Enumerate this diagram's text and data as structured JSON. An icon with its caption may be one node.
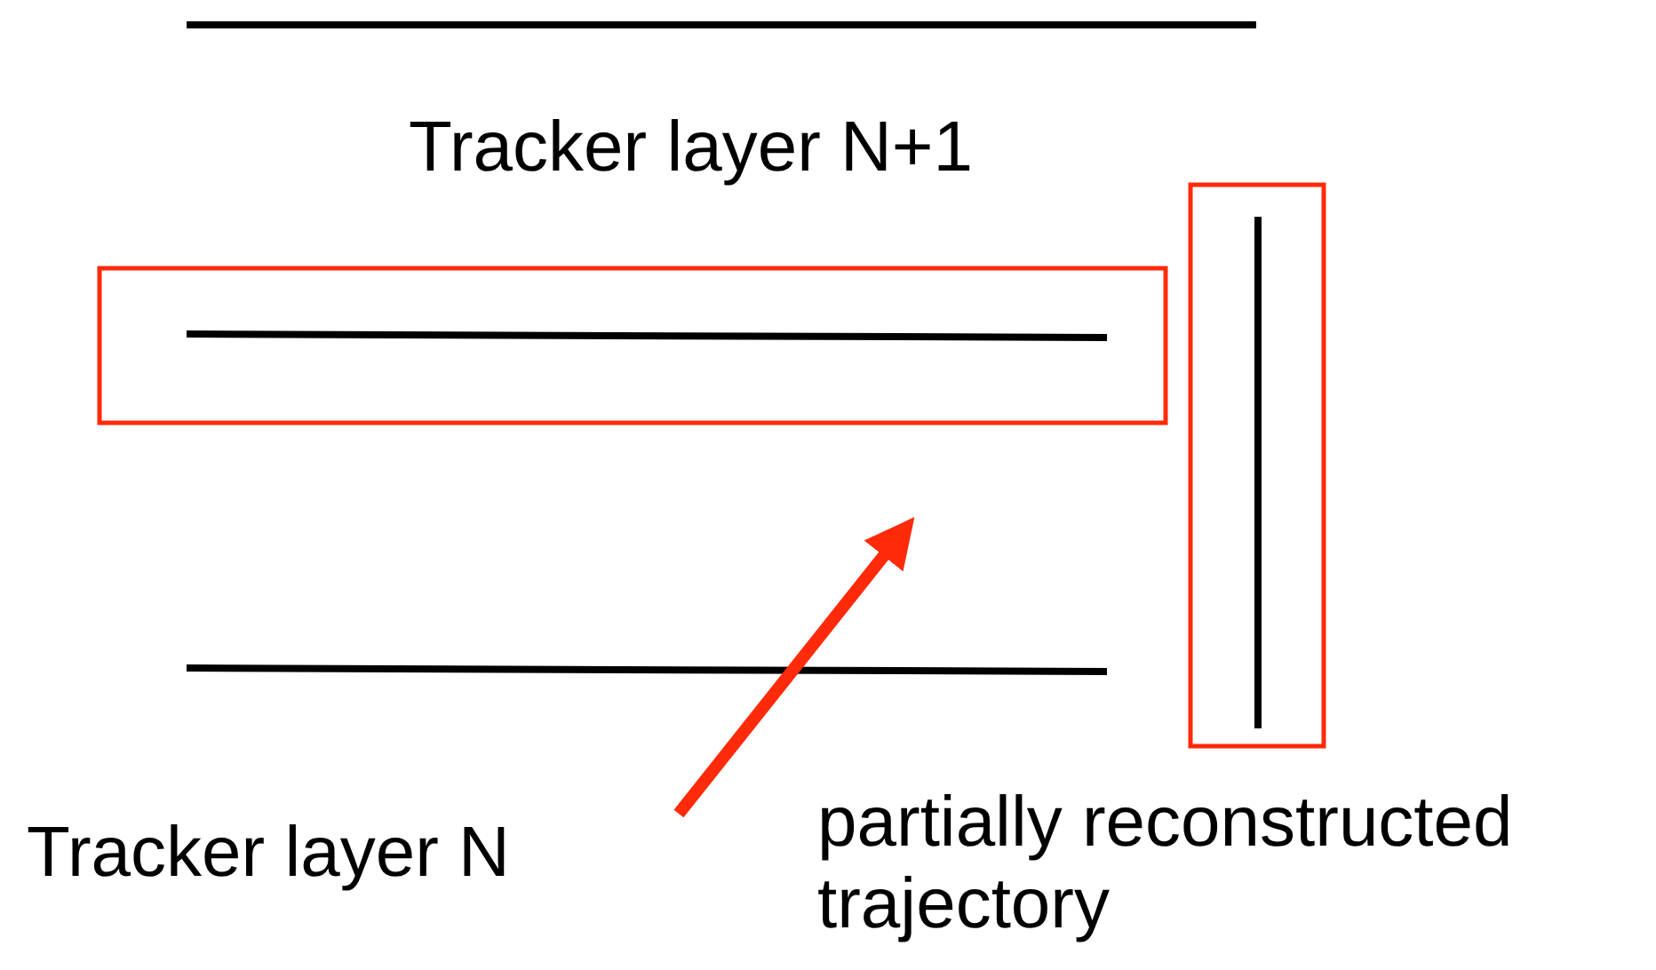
{
  "diagram": {
    "labels": [
      "Tracker layer N+1",
      "Tracker layer N",
      "partially reconstructed trajectory"
    ]
  }
}
